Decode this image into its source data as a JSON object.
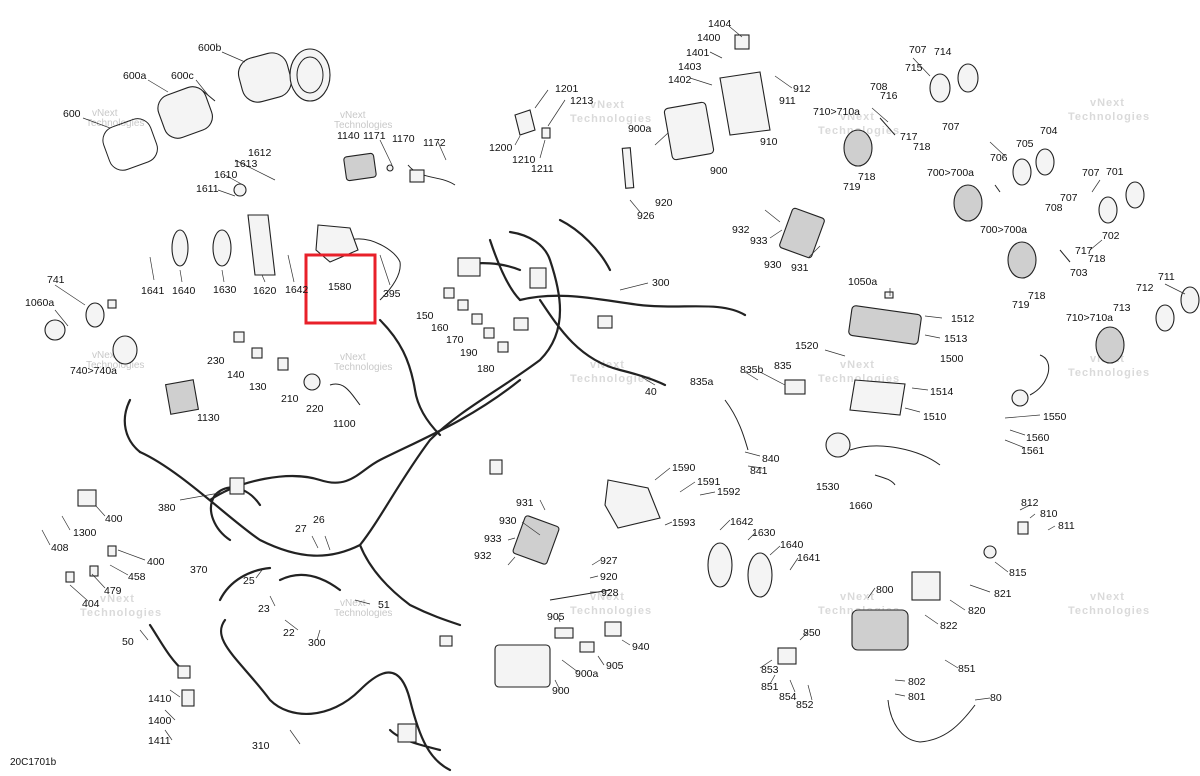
{
  "diagram": {
    "code": "20C1701b",
    "highlight_color": "#e8202a",
    "watermark_line1": "vNext",
    "watermark_line2": "Technologies",
    "labels": [
      {
        "id": "600b",
        "t": "600b"
      },
      {
        "id": "600a",
        "t": "600a"
      },
      {
        "id": "600c",
        "t": "600c"
      },
      {
        "id": "600",
        "t": "600"
      },
      {
        "id": "1140",
        "t": "1140"
      },
      {
        "id": "1171",
        "t": "1171"
      },
      {
        "id": "1170",
        "t": "1170"
      },
      {
        "id": "1172",
        "t": "1172"
      },
      {
        "id": "1201",
        "t": "1201"
      },
      {
        "id": "1213",
        "t": "1213"
      },
      {
        "id": "1200",
        "t": "1200"
      },
      {
        "id": "1210",
        "t": "1210"
      },
      {
        "id": "1211",
        "t": "1211"
      },
      {
        "id": "1404",
        "t": "1404"
      },
      {
        "id": "1400",
        "t": "1400"
      },
      {
        "id": "1401",
        "t": "1401"
      },
      {
        "id": "1403",
        "t": "1403"
      },
      {
        "id": "1402",
        "t": "1402"
      },
      {
        "id": "912",
        "t": "912"
      },
      {
        "id": "911",
        "t": "911"
      },
      {
        "id": "900a_t",
        "t": "900a"
      },
      {
        "id": "910",
        "t": "910"
      },
      {
        "id": "900_t",
        "t": "900"
      },
      {
        "id": "920_t",
        "t": "920"
      },
      {
        "id": "926",
        "t": "926"
      },
      {
        "id": "707a",
        "t": "707"
      },
      {
        "id": "714",
        "t": "714"
      },
      {
        "id": "715",
        "t": "715"
      },
      {
        "id": "708a",
        "t": "708"
      },
      {
        "id": "716",
        "t": "716"
      },
      {
        "id": "710a",
        "t": "710>710a"
      },
      {
        "id": "717a",
        "t": "717"
      },
      {
        "id": "718a",
        "t": "718"
      },
      {
        "id": "707b",
        "t": "707"
      },
      {
        "id": "718b",
        "t": "718"
      },
      {
        "id": "719a",
        "t": "719"
      },
      {
        "id": "704",
        "t": "704"
      },
      {
        "id": "705",
        "t": "705"
      },
      {
        "id": "706",
        "t": "706"
      },
      {
        "id": "700a",
        "t": "700>700a"
      },
      {
        "id": "707c",
        "t": "707"
      },
      {
        "id": "701",
        "t": "701"
      },
      {
        "id": "707d",
        "t": "707"
      },
      {
        "id": "708b",
        "t": "708"
      },
      {
        "id": "702",
        "t": "702"
      },
      {
        "id": "700b",
        "t": "700>700a"
      },
      {
        "id": "717b",
        "t": "717"
      },
      {
        "id": "718c",
        "t": "718"
      },
      {
        "id": "703",
        "t": "703"
      },
      {
        "id": "718d",
        "t": "718"
      },
      {
        "id": "719b",
        "t": "719"
      },
      {
        "id": "711",
        "t": "711"
      },
      {
        "id": "712",
        "t": "712"
      },
      {
        "id": "713",
        "t": "713"
      },
      {
        "id": "710b",
        "t": "710>710a"
      },
      {
        "id": "1612",
        "t": "1612"
      },
      {
        "id": "1613",
        "t": "1613"
      },
      {
        "id": "1610",
        "t": "1610"
      },
      {
        "id": "1611",
        "t": "1611"
      },
      {
        "id": "1641a",
        "t": "1641"
      },
      {
        "id": "1640a",
        "t": "1640"
      },
      {
        "id": "1630a",
        "t": "1630"
      },
      {
        "id": "1620",
        "t": "1620"
      },
      {
        "id": "1642a",
        "t": "1642"
      },
      {
        "id": "1580",
        "t": "1580"
      },
      {
        "id": "395",
        "t": "395"
      },
      {
        "id": "300a",
        "t": "300"
      },
      {
        "id": "932a",
        "t": "932"
      },
      {
        "id": "933a",
        "t": "933"
      },
      {
        "id": "930a",
        "t": "930"
      },
      {
        "id": "931a",
        "t": "931"
      },
      {
        "id": "741",
        "t": "741"
      },
      {
        "id": "1060a",
        "t": "1060a"
      },
      {
        "id": "740",
        "t": "740>740a"
      },
      {
        "id": "150",
        "t": "150"
      },
      {
        "id": "160",
        "t": "160"
      },
      {
        "id": "170",
        "t": "170"
      },
      {
        "id": "190",
        "t": "190"
      },
      {
        "id": "180",
        "t": "180"
      },
      {
        "id": "230",
        "t": "230"
      },
      {
        "id": "140",
        "t": "140"
      },
      {
        "id": "130",
        "t": "130"
      },
      {
        "id": "210",
        "t": "210"
      },
      {
        "id": "220",
        "t": "220"
      },
      {
        "id": "1100",
        "t": "1100"
      },
      {
        "id": "1130",
        "t": "1130"
      },
      {
        "id": "40",
        "t": "40"
      },
      {
        "id": "1050a",
        "t": "1050a"
      },
      {
        "id": "1512",
        "t": "1512"
      },
      {
        "id": "1513",
        "t": "1513"
      },
      {
        "id": "1500",
        "t": "1500"
      },
      {
        "id": "1520",
        "t": "1520"
      },
      {
        "id": "1514",
        "t": "1514"
      },
      {
        "id": "1510",
        "t": "1510"
      },
      {
        "id": "835b",
        "t": "835b"
      },
      {
        "id": "835",
        "t": "835"
      },
      {
        "id": "835a",
        "t": "835a"
      },
      {
        "id": "840",
        "t": "840"
      },
      {
        "id": "841",
        "t": "841"
      },
      {
        "id": "1530",
        "t": "1530"
      },
      {
        "id": "1660",
        "t": "1660"
      },
      {
        "id": "1550",
        "t": "1550"
      },
      {
        "id": "1560",
        "t": "1560"
      },
      {
        "id": "1561",
        "t": "1561"
      },
      {
        "id": "380",
        "t": "380"
      },
      {
        "id": "400a",
        "t": "400"
      },
      {
        "id": "1300",
        "t": "1300"
      },
      {
        "id": "408",
        "t": "408"
      },
      {
        "id": "400b",
        "t": "400"
      },
      {
        "id": "458",
        "t": "458"
      },
      {
        "id": "479",
        "t": "479"
      },
      {
        "id": "404",
        "t": "404"
      },
      {
        "id": "370",
        "t": "370"
      },
      {
        "id": "27",
        "t": "27"
      },
      {
        "id": "26",
        "t": "26"
      },
      {
        "id": "25",
        "t": "25"
      },
      {
        "id": "23",
        "t": "23"
      },
      {
        "id": "22",
        "t": "22"
      },
      {
        "id": "300b",
        "t": "300"
      },
      {
        "id": "51",
        "t": "51"
      },
      {
        "id": "50",
        "t": "50"
      },
      {
        "id": "1410",
        "t": "1410"
      },
      {
        "id": "1400b",
        "t": "1400"
      },
      {
        "id": "1411",
        "t": "1411"
      },
      {
        "id": "310",
        "t": "310"
      },
      {
        "id": "931b",
        "t": "931"
      },
      {
        "id": "930b",
        "t": "930"
      },
      {
        "id": "933b",
        "t": "933"
      },
      {
        "id": "932b",
        "t": "932"
      },
      {
        "id": "927",
        "t": "927"
      },
      {
        "id": "920b",
        "t": "920"
      },
      {
        "id": "928",
        "t": "928"
      },
      {
        "id": "905a",
        "t": "905"
      },
      {
        "id": "940",
        "t": "940"
      },
      {
        "id": "905b",
        "t": "905"
      },
      {
        "id": "900ab",
        "t": "900a"
      },
      {
        "id": "900b",
        "t": "900"
      },
      {
        "id": "1590",
        "t": "1590"
      },
      {
        "id": "1591",
        "t": "1591"
      },
      {
        "id": "1592",
        "t": "1592"
      },
      {
        "id": "1593",
        "t": "1593"
      },
      {
        "id": "1642b",
        "t": "1642"
      },
      {
        "id": "1630b",
        "t": "1630"
      },
      {
        "id": "1640b",
        "t": "1640"
      },
      {
        "id": "1641b",
        "t": "1641"
      },
      {
        "id": "850",
        "t": "850"
      },
      {
        "id": "853",
        "t": "853"
      },
      {
        "id": "851a",
        "t": "851"
      },
      {
        "id": "854",
        "t": "854"
      },
      {
        "id": "852",
        "t": "852"
      },
      {
        "id": "800",
        "t": "800"
      },
      {
        "id": "851b",
        "t": "851"
      },
      {
        "id": "802",
        "t": "802"
      },
      {
        "id": "801",
        "t": "801"
      },
      {
        "id": "80",
        "t": "80"
      },
      {
        "id": "812",
        "t": "812"
      },
      {
        "id": "810",
        "t": "810"
      },
      {
        "id": "811",
        "t": "811"
      },
      {
        "id": "815",
        "t": "815"
      },
      {
        "id": "821",
        "t": "821"
      },
      {
        "id": "820",
        "t": "820"
      },
      {
        "id": "822",
        "t": "822"
      }
    ]
  }
}
